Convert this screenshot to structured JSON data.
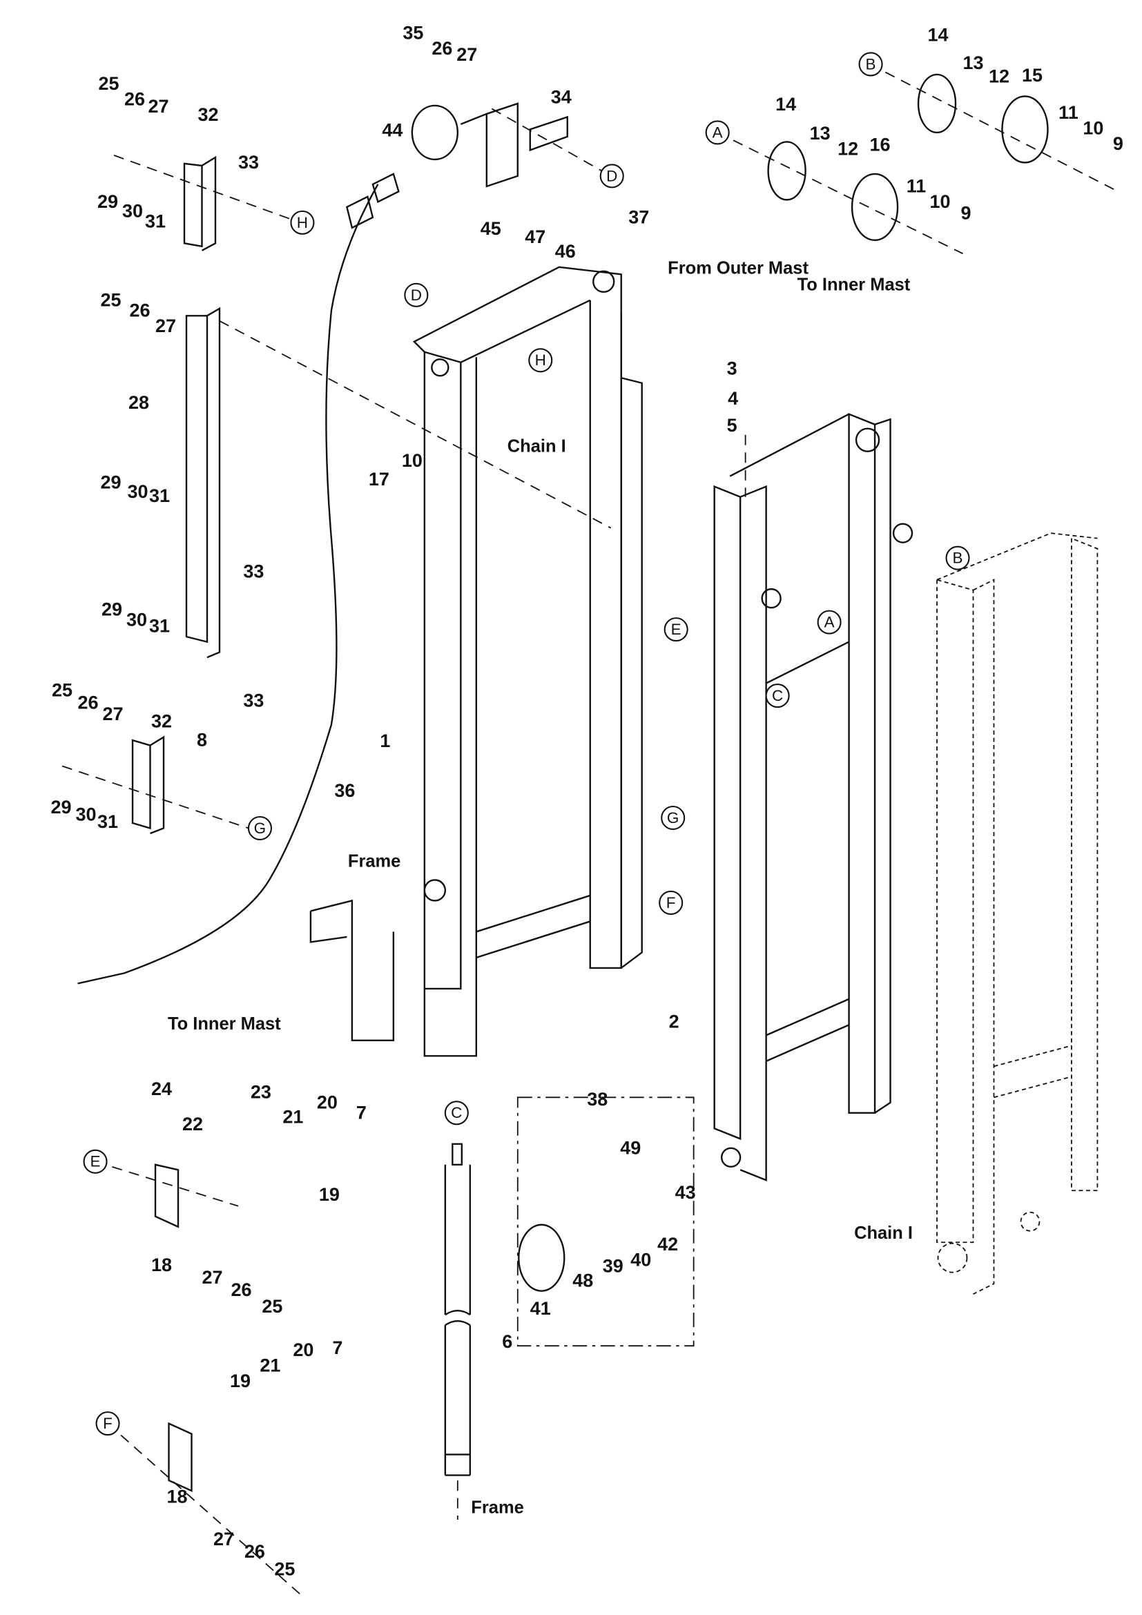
{
  "callouts": [
    "25",
    "26",
    "27",
    "32",
    "33",
    "29",
    "30",
    "31",
    "35",
    "26",
    "27",
    "34",
    "44",
    "45",
    "47",
    "46",
    "37",
    "14",
    "13",
    "12",
    "15",
    "11",
    "10",
    "9",
    "14",
    "13",
    "12",
    "16",
    "11",
    "10",
    "9",
    "25",
    "26",
    "27",
    "28",
    "29",
    "30",
    "31",
    "33",
    "29",
    "30",
    "31",
    "33",
    "25",
    "26",
    "27",
    "32",
    "8",
    "29",
    "30",
    "31",
    "36",
    "17",
    "10",
    "1",
    "3",
    "4",
    "5",
    "2",
    "24",
    "23",
    "22",
    "21",
    "20",
    "7",
    "19",
    "18",
    "27",
    "26",
    "25",
    "19",
    "21",
    "20",
    "7",
    "18",
    "27",
    "26",
    "25",
    "6",
    "38",
    "49",
    "43",
    "42",
    "40",
    "39",
    "48",
    "41"
  ],
  "letter_refs": [
    "H",
    "D",
    "B",
    "A",
    "D",
    "H",
    "E",
    "G",
    "F",
    "B",
    "A",
    "C",
    "G",
    "E",
    "F",
    "C"
  ],
  "notes": [
    "From Outer Mast",
    "To Inner Mast",
    "Chain I",
    "Frame",
    "Chain I",
    "To Inner Mast",
    "Frame"
  ]
}
